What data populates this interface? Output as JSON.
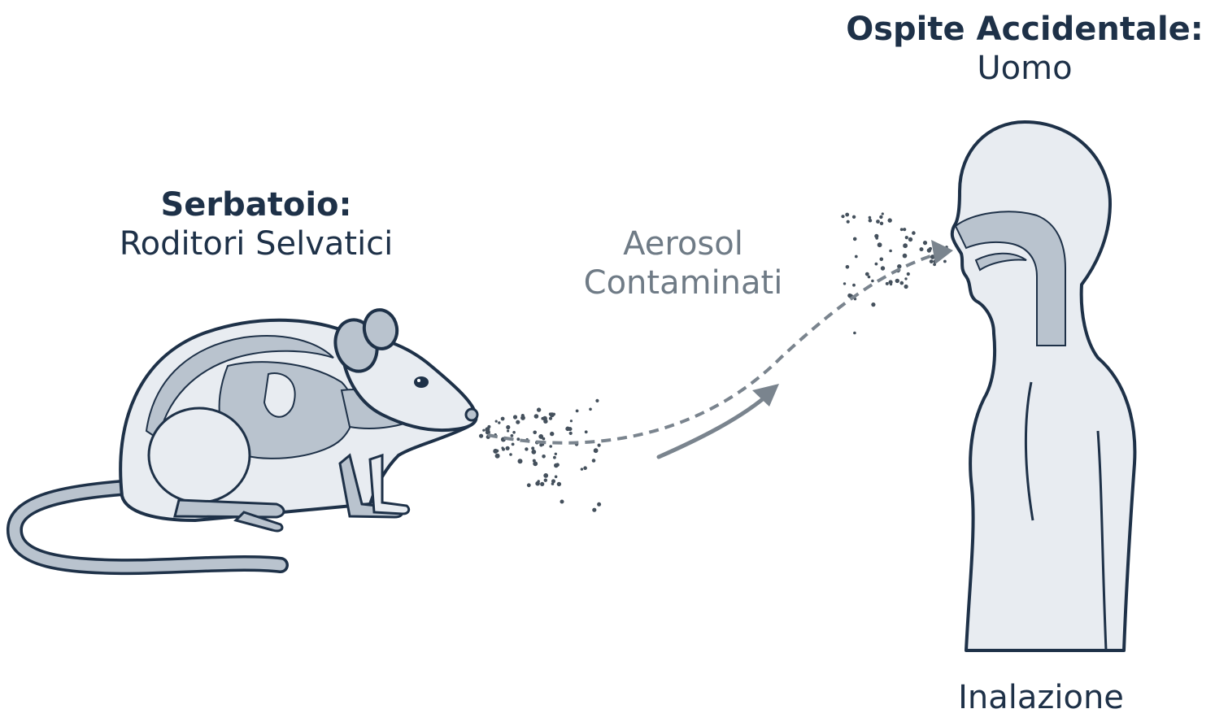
{
  "reservoir": {
    "title": "Serbatoio:",
    "subtitle": "Roditori Selvatici"
  },
  "host": {
    "title": "Ospite Accidentale:",
    "subtitle": "Uomo"
  },
  "transmission": {
    "line1": "Aerosol",
    "line2": "Contaminati"
  },
  "route": {
    "label": "Inalazione"
  },
  "colors": {
    "outline": "#1e3148",
    "fill_light": "#e8ecf1",
    "fill_mid": "#b9c3ce",
    "particles": "#44505c",
    "arrow": "#7a848e"
  },
  "icons": [
    "rodent-illustration",
    "human-silhouette",
    "aerosol-particles",
    "direction-arrow"
  ]
}
